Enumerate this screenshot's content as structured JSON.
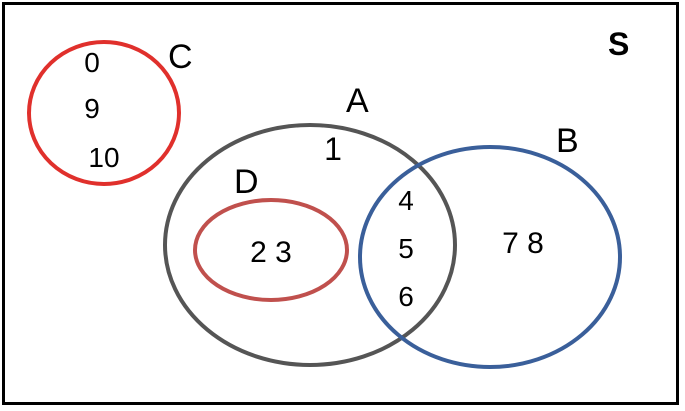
{
  "universe": {
    "label": "S",
    "color": "#e0302c"
  },
  "sets": {
    "C": {
      "label": "C",
      "elements": [
        "0",
        "9",
        "10"
      ],
      "color": "#e0302c"
    },
    "A": {
      "label": "A",
      "elements": [
        "1"
      ],
      "color": "#555555"
    },
    "B": {
      "label": "B",
      "elements": [
        "7 8"
      ],
      "color": "#3a5f9a"
    },
    "D": {
      "label": "D",
      "elements": [
        "2 3"
      ],
      "color": "#c0504d"
    },
    "A_and_B": {
      "elements": [
        "4",
        "5",
        "6"
      ]
    }
  }
}
